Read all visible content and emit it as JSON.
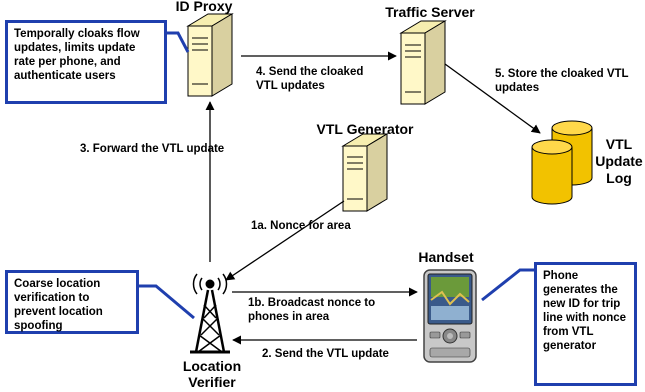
{
  "nodes": {
    "id_proxy": "ID Proxy",
    "traffic_server": "Traffic Server",
    "vtl_generator": "VTL Generator",
    "vtl_update_log": [
      "VTL",
      "Update",
      "Log"
    ],
    "handset": "Handset",
    "location_verifier": [
      "Location",
      "Verifier"
    ]
  },
  "steps": {
    "s1a": "1a. Nonce for area",
    "s1b": [
      "1b. Broadcast nonce to",
      "phones in area"
    ],
    "s2": "2. Send the VTL update",
    "s3": "3. Forward the VTL update",
    "s4": [
      "4. Send the cloaked",
      "VTL updates"
    ],
    "s5": [
      "5. Store the cloaked VTL",
      "updates"
    ]
  },
  "callouts": {
    "proxy": "Temporally cloaks flow updates, limits update rate per phone, and authenticate users",
    "verifier": "Coarse location verification to prevent location spoofing",
    "phone": "Phone generates the new ID for trip line with nonce from VTL generator"
  },
  "colors": {
    "callout_border": "#1f3fae",
    "server_fill": "#fff8c8",
    "database_fill": "#f2c200",
    "tower": "#000000"
  },
  "icons": [
    "server-icon",
    "database-icon",
    "radio-tower-icon",
    "phone-icon"
  ]
}
